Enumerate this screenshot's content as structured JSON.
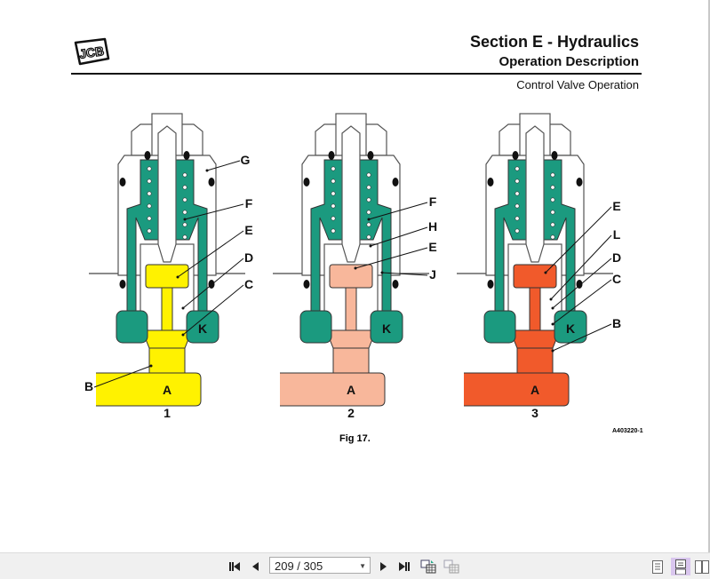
{
  "header": {
    "logo_text": "JCB",
    "section_title": "Section E - Hydraulics",
    "subtitle": "Operation Description",
    "topic": "Control Valve Operation"
  },
  "figure": {
    "caption": "Fig 17.",
    "reference": "A403220-1",
    "colors": {
      "green": "#1b9a7f",
      "yellow": "#fff200",
      "salmon": "#f8b79b",
      "orange": "#f15a2b"
    },
    "diagrams": [
      {
        "number": "1",
        "port_label": "A",
        "block_label": "K",
        "fluid": "yellow",
        "labels": [
          "G",
          "F",
          "E",
          "D",
          "C",
          "B"
        ]
      },
      {
        "number": "2",
        "port_label": "A",
        "block_label": "K",
        "fluid": "salmon",
        "labels": [
          "F",
          "H",
          "E",
          "J"
        ]
      },
      {
        "number": "3",
        "port_label": "A",
        "block_label": "K",
        "fluid": "orange",
        "labels": [
          "E",
          "L",
          "D",
          "C",
          "B"
        ]
      }
    ]
  },
  "toolbar": {
    "page_indicator": "209 / 305",
    "first_page_icon": "first-page-icon",
    "prev_page_icon": "prev-page-icon",
    "next_page_icon": "next-page-icon",
    "last_page_icon": "last-page-icon"
  }
}
